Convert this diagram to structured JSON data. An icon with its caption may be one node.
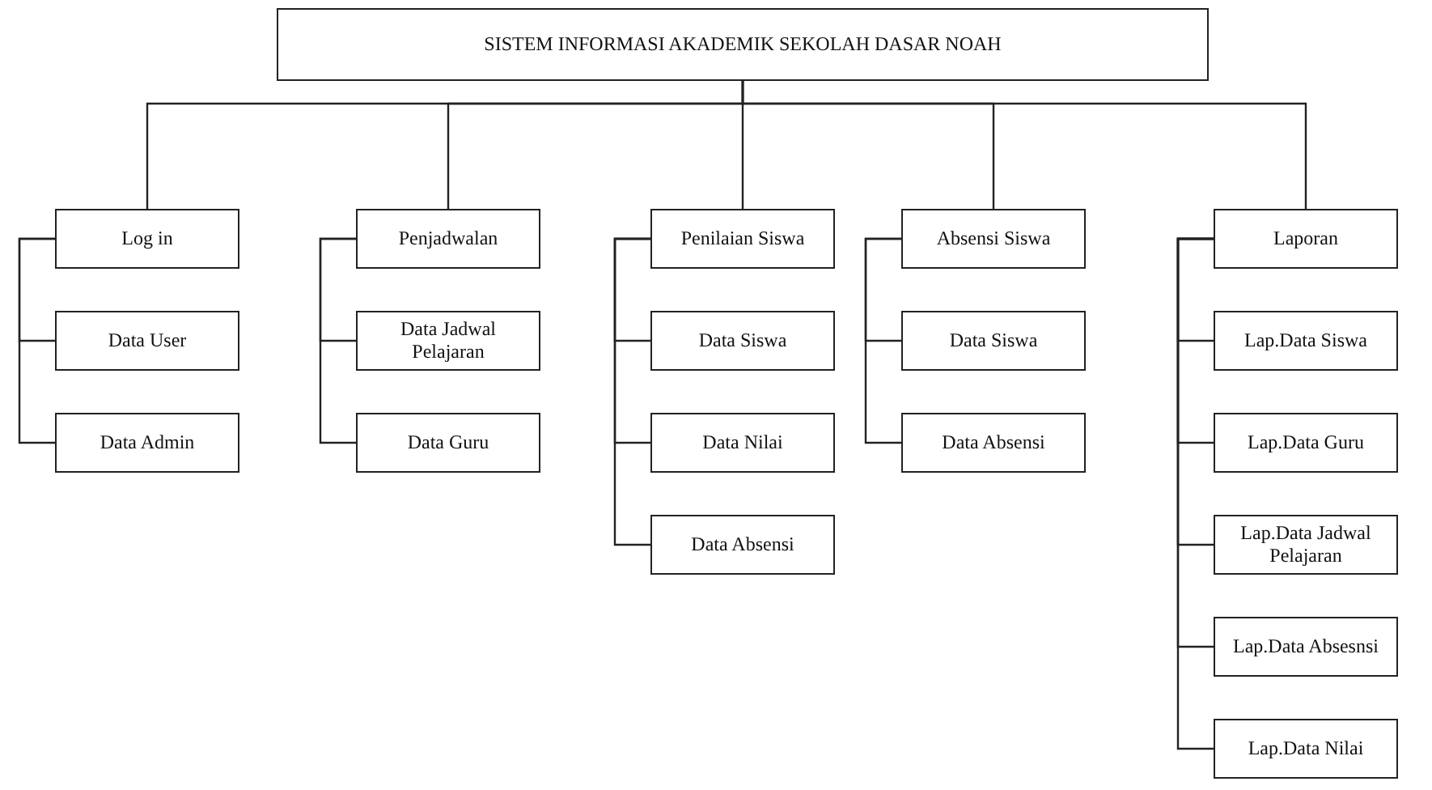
{
  "diagram": {
    "nodes": [
      {
        "text": [
          "SISTEM INFORMASI AKADEMIK SEKOLAH DASAR NOAH"
        ]
      },
      {
        "text": [
          "Log in"
        ]
      },
      {
        "text": [
          "Data User"
        ]
      },
      {
        "text": [
          "Data Admin"
        ]
      },
      {
        "text": [
          "Penjadwalan"
        ]
      },
      {
        "text": [
          "Data Jadwal Pelajaran"
        ]
      },
      {
        "text": [
          "Data Guru"
        ]
      },
      {
        "text": [
          "Penilaian Siswa"
        ]
      },
      {
        "text": [
          "Data Siswa"
        ]
      },
      {
        "text": [
          "Data Nilai"
        ]
      },
      {
        "text": [
          "Data Absensi"
        ]
      },
      {
        "text": [
          "Absensi Siswa"
        ]
      },
      {
        "text": [
          "Data Siswa"
        ]
      },
      {
        "text": [
          "Data Absensi"
        ]
      },
      {
        "text": [
          "Laporan"
        ]
      },
      {
        "text": [
          "Lap.Data Siswa"
        ]
      },
      {
        "text": [
          "Lap.Data Guru"
        ]
      },
      {
        "text": [
          "Lap.Data Jadwal Pelajaran"
        ]
      },
      {
        "text": [
          "Lap.Data Absesnsi"
        ]
      },
      {
        "text": [
          "Lap.Data Nilai"
        ]
      }
    ],
    "edges": [
      {
        "from": 0,
        "to": 1,
        "arrow": "none"
      },
      {
        "from": 0,
        "to": 4,
        "arrow": "none"
      },
      {
        "from": 0,
        "to": 7,
        "arrow": "none"
      },
      {
        "from": 0,
        "to": 11,
        "arrow": "none"
      },
      {
        "from": 0,
        "to": 14,
        "arrow": "none"
      },
      {
        "from": 1,
        "to": 2,
        "arrow": "none"
      },
      {
        "from": 1,
        "to": 3,
        "arrow": "none"
      },
      {
        "from": 4,
        "to": 5,
        "arrow": "none"
      },
      {
        "from": 4,
        "to": 6,
        "arrow": "none"
      },
      {
        "from": 7,
        "to": 8,
        "arrow": "none"
      },
      {
        "from": 7,
        "to": 9,
        "arrow": "none"
      },
      {
        "from": 7,
        "to": 10,
        "arrow": "none"
      },
      {
        "from": 11,
        "to": 12,
        "arrow": "none"
      },
      {
        "from": 11,
        "to": 13,
        "arrow": "none"
      },
      {
        "from": 14,
        "to": 15,
        "arrow": "none"
      },
      {
        "from": 14,
        "to": 16,
        "arrow": "none"
      },
      {
        "from": 14,
        "to": 17,
        "arrow": "none"
      },
      {
        "from": 14,
        "to": 18,
        "arrow": "none"
      },
      {
        "from": 14,
        "to": 19,
        "arrow": "none"
      }
    ]
  }
}
